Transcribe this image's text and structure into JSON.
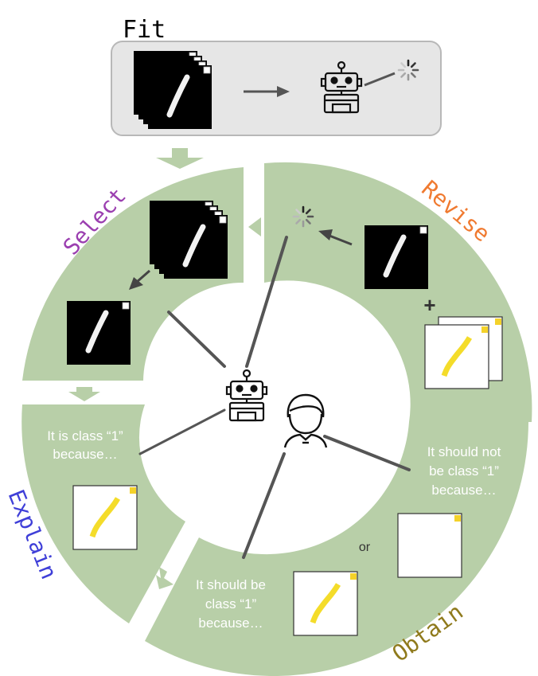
{
  "stages": {
    "fit": "Fit",
    "select": "Select",
    "explain": "Explain",
    "obtain": "Obtain",
    "revise": "Revise"
  },
  "texts": {
    "explain_line1": "It is class “1”",
    "explain_line2": "because…",
    "obtain_correct_1": "It should be",
    "obtain_correct_2": "class “1”",
    "obtain_correct_3": "because…",
    "obtain_not_1": "It should not",
    "obtain_not_2": "be class “1”",
    "obtain_not_3": "because…",
    "or": "or",
    "plus": "+"
  },
  "colors": {
    "ring": "#b8cfa8",
    "fit_box": "#e6e6e6",
    "fit_border": "#b8b8b8",
    "select": "#9b3fb0",
    "explain": "#3f3fd8",
    "obtain": "#8f7a1c",
    "revise": "#f07a30",
    "highlight": "#f6dd2a"
  },
  "icons": [
    "robot-icon",
    "human-icon",
    "spinner-icon",
    "mnist-digit-image",
    "explanation-mask-image"
  ]
}
